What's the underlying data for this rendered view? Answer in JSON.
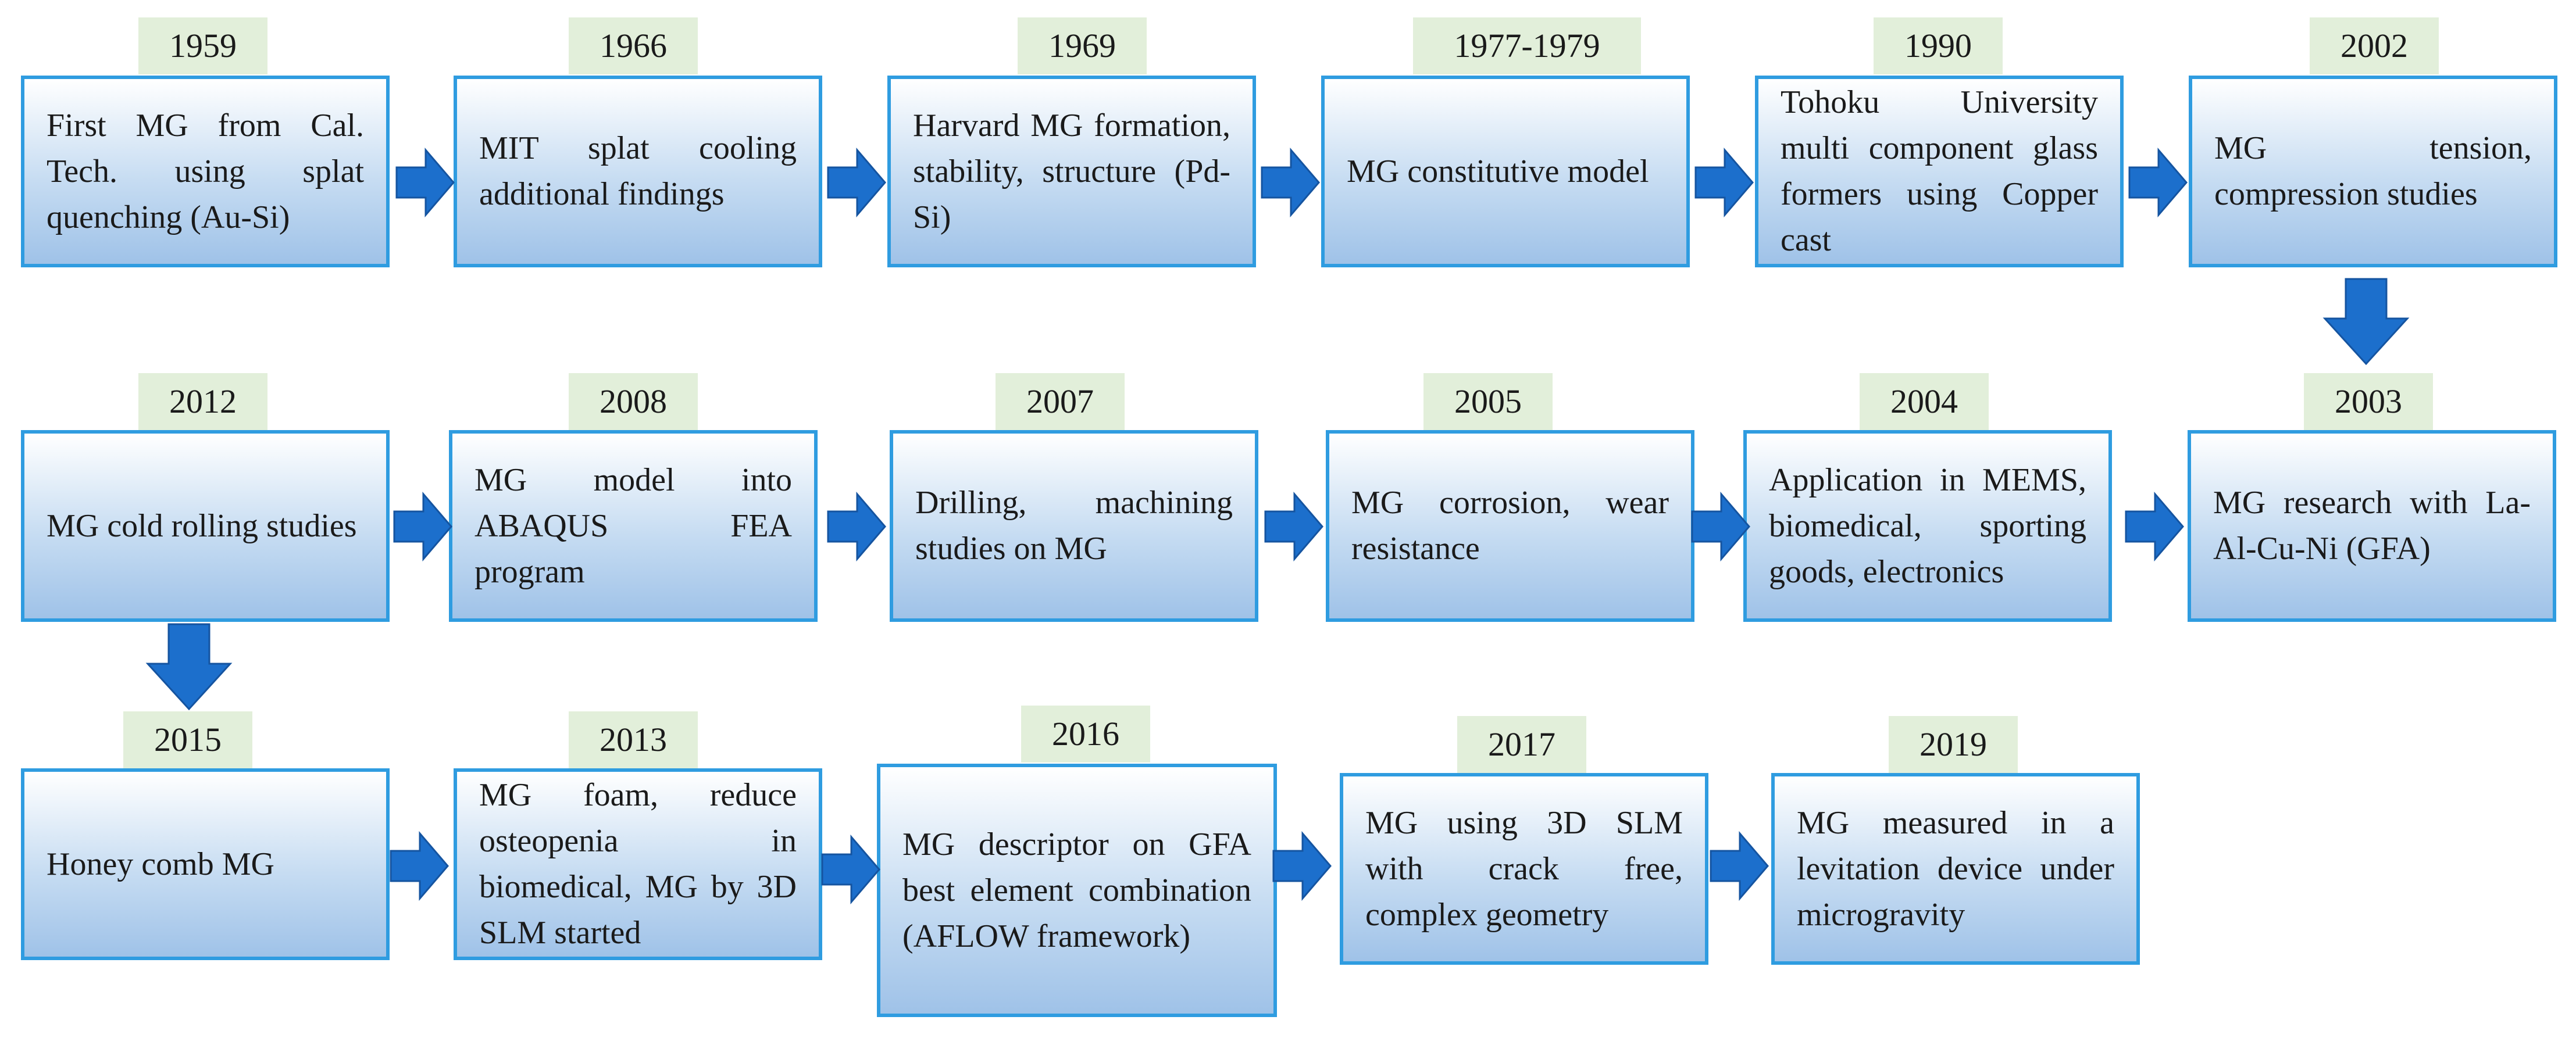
{
  "timeline": {
    "events": [
      {
        "id": "e1959",
        "year": "1959",
        "text": "First MG from Cal. Tech. using splat quenching (Au-Si)"
      },
      {
        "id": "e1966",
        "year": "1966",
        "text": "MIT splat cooling additional findings"
      },
      {
        "id": "e1969",
        "year": "1969",
        "text": "Harvard MG formation, stability, structure (Pd-Si)"
      },
      {
        "id": "e1977",
        "year": "1977-1979",
        "text": "MG constitutive model"
      },
      {
        "id": "e1990",
        "year": "1990",
        "text": "Tohoku University multi component glass formers using Copper cast"
      },
      {
        "id": "e2002",
        "year": "2002",
        "text": "MG tension, compression studies"
      },
      {
        "id": "e2003",
        "year": "2003",
        "text": "MG research with La-Al-Cu-Ni (GFA)"
      },
      {
        "id": "e2004",
        "year": "2004",
        "text": "Application in MEMS, biomedical, sporting goods, electronics"
      },
      {
        "id": "e2005",
        "year": "2005",
        "text": "MG corrosion, wear resistance"
      },
      {
        "id": "e2007",
        "year": "2007",
        "text": "Drilling, machining studies on MG"
      },
      {
        "id": "e2008",
        "year": "2008",
        "text": "MG model into ABAQUS FEA program"
      },
      {
        "id": "e2012",
        "year": "2012",
        "text": "MG cold rolling studies"
      },
      {
        "id": "e2015",
        "year": "2015",
        "text": "Honey comb MG"
      },
      {
        "id": "e2013",
        "year": "2013",
        "text": "MG foam, reduce osteopenia in biomedical, MG by 3D SLM started"
      },
      {
        "id": "e2016",
        "year": "2016",
        "text": "MG descriptor on GFA best element combination (AFLOW framework)"
      },
      {
        "id": "e2017",
        "year": "2017",
        "text": "MG using 3D SLM with crack free, complex geometry"
      },
      {
        "id": "e2019",
        "year": "2019",
        "text": "MG measured in a levitation device under microgravity"
      }
    ]
  },
  "colors": {
    "box_border": "#2f9ce0",
    "box_fill_top": "#ffffff",
    "box_fill_bottom": "#9fc2e8",
    "year_label_fill": "#e2efda",
    "arrow_fill": "#1c6fcc"
  },
  "icons": {
    "right_arrow": "right-arrow-icon",
    "down_arrow": "down-arrow-icon"
  }
}
